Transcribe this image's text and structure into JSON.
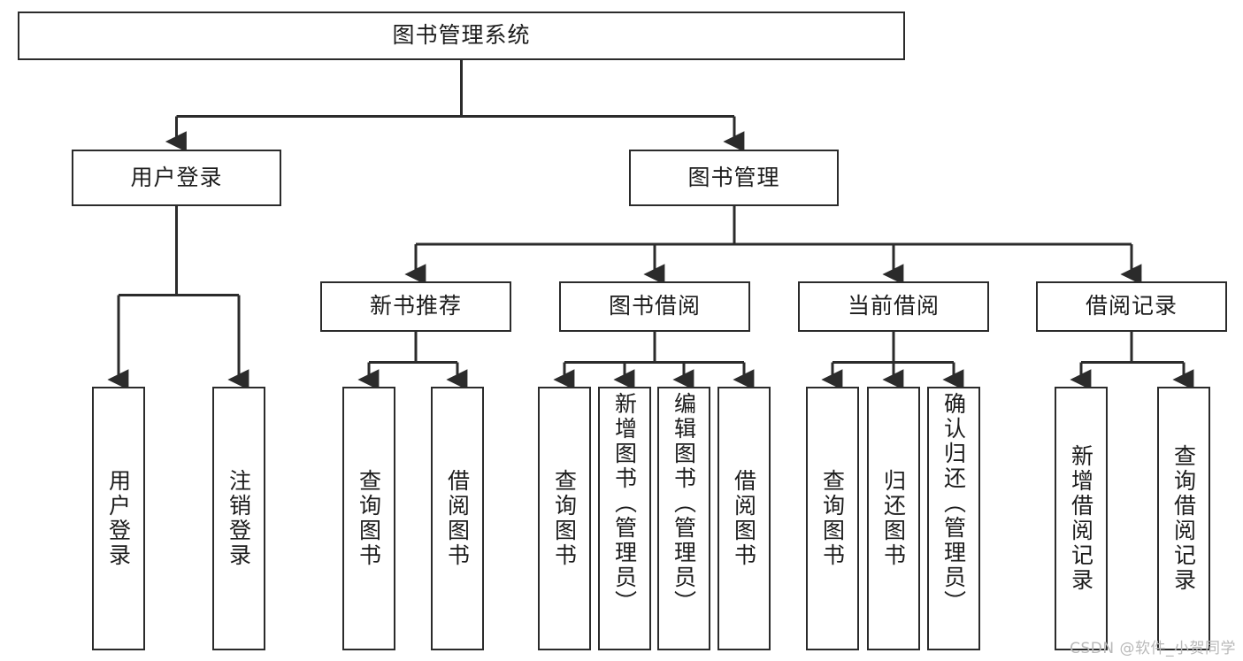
{
  "diagram": {
    "title": "图书管理系统",
    "type": "tree-hierarchy-chart",
    "root": {
      "label": "图书管理系统"
    },
    "level2": [
      {
        "label": "用户登录"
      },
      {
        "label": "图书管理"
      }
    ],
    "level3": [
      {
        "label": "新书推荐"
      },
      {
        "label": "图书借阅"
      },
      {
        "label": "当前借阅"
      },
      {
        "label": "借阅记录"
      }
    ],
    "leaves": {
      "user_login": [
        {
          "label": "用户登录"
        },
        {
          "label": "注销登录"
        }
      ],
      "new_book_recommend": [
        {
          "label": "查询图书"
        },
        {
          "label": "借阅图书"
        }
      ],
      "book_borrow": [
        {
          "label": "查询图书"
        },
        {
          "label": "新增图书（管理员）"
        },
        {
          "label": "编辑图书（管理员）"
        },
        {
          "label": "借阅图书"
        }
      ],
      "current_borrow": [
        {
          "label": "查询图书"
        },
        {
          "label": "归还图书"
        },
        {
          "label": "确认归还（管理员）"
        }
      ],
      "borrow_record": [
        {
          "label": "新增借阅记录"
        },
        {
          "label": "查询借阅记录"
        }
      ]
    }
  },
  "watermark": {
    "text": "CSDN @软件_小贺同学"
  },
  "colors": {
    "border": "#2b2b2b",
    "text": "#1c1c1c",
    "background": "#ffffff",
    "watermark": "#b9b9b9"
  }
}
